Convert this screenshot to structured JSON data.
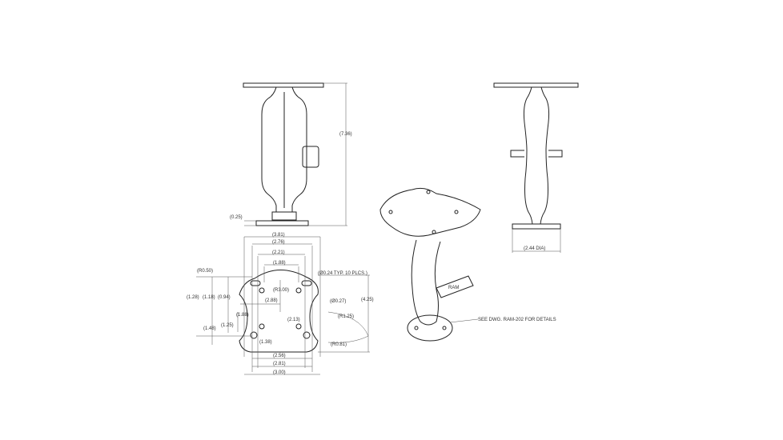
{
  "side_view": {
    "height": "(7.36)",
    "base_thickness": "(0.25)"
  },
  "end_view": {
    "base_dia": "(2.44 DIA)"
  },
  "plan_view": {
    "dims": {
      "w381": "(3.81)",
      "w276": "(2.76)",
      "w221": "(2.21)",
      "w188": "(1.88)",
      "r050": "(R0.50)",
      "hole024": "(Ø0.24 TYP. 10 PLCS.)",
      "r300": "(R3.00)",
      "h128": "(1.28)",
      "h118": "(1.18)",
      "h094": "(0.94)",
      "w288": "(2.88)",
      "hole027": "(Ø0.27)",
      "h425": "(4.25)",
      "h188": "(1.88)",
      "r125": "(R1.25)",
      "h213": "(2.13)",
      "h125": "(1.25)",
      "h148": "(1.48)",
      "w138": "(1.38)",
      "r081": "(R0.81)",
      "w256": "(2.56)",
      "w281": "(2.81)",
      "w300": "(3.00)"
    }
  },
  "iso_view": {
    "note": "SEE DWG. RAM-202 FOR DETAILS",
    "logo": "RAM"
  }
}
